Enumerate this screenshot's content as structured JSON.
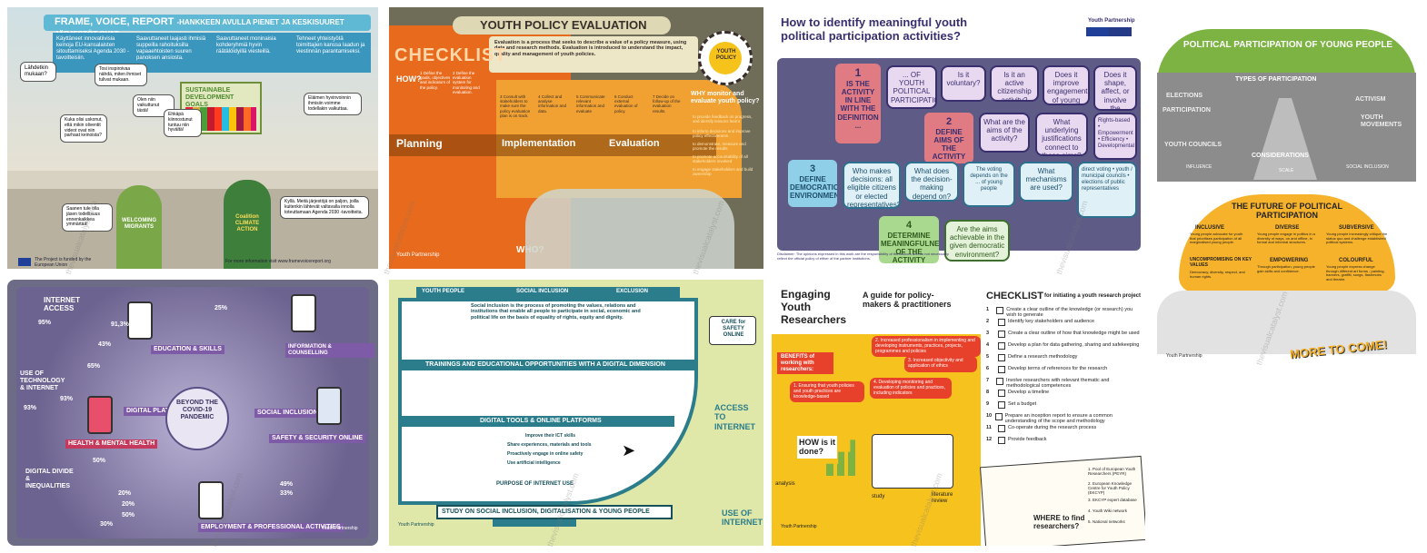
{
  "watermark": "thevisualcatalyst.com",
  "tile1": {
    "title": "FRAME, VOICE, REPORT",
    "title_rest": "-HANKKEEN AVULLA PIENET JA KESKISUURET JÄRJESTÖT OVAT:",
    "bullets": [
      "Käyttäneet innovatiivisia keinoja EU-kansalaisten sitouttamiseksi Agenda 2030 -tavoitteisiin.",
      "Saavuttaneet laajasti ihmisiä suppeilla rahoituksilla vapaaehtoisten suuren panoksen ansiosta.",
      "Saavuttaneet moninaisia kohderyhmiä hyvin räätälöidyillä viesteillä.",
      "Tehneet yhteistyötä toimittajien kanssa laadun ja viestinnän parantamiseksi."
    ],
    "bubbles": [
      "Lähdetkin mukaan?",
      "Tosi inspiroivaa nähdä, miten ihmiset tulivat mukaan.",
      "Kuka olisi uskonut, että mikin oliventit videot ovat niin parhaat keinoista?",
      "Olen niin vaikuttunut tästä!",
      "Ehkäpä kiinnostunut tuntuu niin hyvältä!",
      "Eläimen hyvinvoinnin ihmisiin voimme todellakin vaikuttaa.",
      "Saanen tule olla jäsen todellisuus ennenkaikkea ymmärtää!",
      "Kyllä. Meitä järjestöjä on paljon, joilla kuitenkin lähtevät valtavalla innolla toteuttamaan Agenda 2030 -tavoitteita."
    ],
    "signs": [
      "WELCOMING MIGRANTS",
      "SUSTAINABLE DEVELOPMENT GOALS",
      "Coalition CLIMATE ACTION"
    ],
    "eu_caption": "The Project is funded by the European Union",
    "footer": "For more information visit www.framevoicereport.org"
  },
  "tile2": {
    "title": "YOUTH POLICY EVALUATION",
    "intro": "Evaluation is a process that seeks to describe a value of a policy measure, using data and research methods. Evaluation is introduced to understand the impact, quality and management of youth policies.",
    "checklist": "CHECKLIST",
    "how": "HOW?",
    "who": "WHO?",
    "phases": [
      "Planning",
      "Implementation",
      "Evaluation"
    ],
    "badge": "YOUTH POLICY",
    "why_title": "WHY monitor and evaluate youth policy?",
    "why_items": [
      "to provide feedback on progress, and identify lessons learnt",
      "to inform decisions and improve policy effectiveness",
      "to demonstrate, measure and promote the results",
      "to promote accountability of all stakeholders involved",
      "to engage stakeholders and build ownership"
    ],
    "steps": [
      "1 Define the goals, objectives and indicators of the policy.",
      "2 Define the evaluation system for monitoring and evaluation.",
      "3 Consult with stakeholders to make sure the policy evaluation plan is on track.",
      "4 Collect and analyse information and data.",
      "5 Communicate relevant information and evaluate",
      "6 Conduct external evaluation of policy.",
      "7 Decide on follow-up of the evaluation results."
    ],
    "footer": "Youth Partnership"
  },
  "tile3": {
    "title": "How to identify meaningful youth political participation activities?",
    "brand": "Youth Partnership",
    "steps": [
      {
        "n": "1",
        "label": "IS THE ACTIVITY IN LINE WITH THE DEFINITION ...",
        "color": "#e07a83"
      },
      {
        "n": "2",
        "label": "DEFINE AIMS OF THE ACTIVITY",
        "color": "#e07a83"
      },
      {
        "n": "3",
        "label": "DEFINE DEMOCRATIC ENVIRONMENTS",
        "color": "#8fd0e8"
      },
      {
        "n": "4",
        "label": "DETERMINE MEANINGFULNESS OF THE ACTIVITY",
        "color": "#a9d98e"
      }
    ],
    "seats_top": [
      "... OF YOUTH POLITICAL PARTICIPATION?",
      "Is it voluntary?",
      "Is it an active citizenship activity?",
      "Does it improve engagement of young people?",
      "Does it shape, affect, or involve the political sphere?"
    ],
    "seats_mid": [
      "What are the aims of the activity?",
      "What underlying justifications connect to these aims?",
      "Rights-based • Empowerment • Efficiency • Developmental"
    ],
    "seats_low": [
      "Who makes decisions: all eligible citizens or elected representatives?",
      "What does the decision-making depend on?",
      "The voting depends on the ... of young people",
      "What mechanisms are used?",
      "direct voting • youth / municipal councils • elections of public representatives"
    ],
    "seats_bottom": [
      "Are the aims achievable in the given democratic environment?"
    ],
    "footnote": "Disclaimer: The opinions expressed in this work are the responsibility of the authors and do not necessarily reflect the official policy of either of the partner institutions."
  },
  "tile4": {
    "title": "POLITICAL PARTICIPATION OF YOUNG PEOPLE",
    "types": "TYPES OF PARTICIPATION",
    "considerations": "CONSIDERATIONS",
    "consider_items": [
      "INFLUENCE",
      "SCALE",
      "SOCIAL INCLUSION"
    ],
    "side_labels": [
      "ACTIVISM",
      "YOUTH MOVEMENTS",
      "ELECTIONS",
      "PARTICIPATION",
      "YOUTH COUNCILS"
    ],
    "future_title": "THE FUTURE OF POLITICAL PARTICIPATION",
    "cards": [
      {
        "title": "INCLUSIVE",
        "text": "Young people advocate for youth that prioritises participation of all marginalised young people."
      },
      {
        "title": "DIVERSE",
        "text": "Young people engage in politics in a diversity of ways, on and offline, in formal and informal structures."
      },
      {
        "title": "SUBVERSIVE",
        "text": "Young people increasingly critique the status quo and challenge established political systems."
      },
      {
        "title": "UNCOMPROMISING ON KEY VALUES",
        "text": "Democracy, diversity, respect, and human rights."
      },
      {
        "title": "EMPOWERING",
        "text": "Through participation, young people gain skills and confidence."
      },
      {
        "title": "COLOURFUL",
        "text": "Young people express change through different art forms - painting, banners, graffiti, songs, flashmobs and theatre."
      }
    ],
    "banner": "MORE TO COME!",
    "brand": "Youth Partnership"
  },
  "tile5": {
    "labels": [
      "INTERNET ACCESS",
      "EDUCATION & SKILLS",
      "INFORMATION & COUNSELLING",
      "DIGITAL PLATFORMS",
      "SOCIAL INCLUSION",
      "HEALTH & MENTAL HEALTH",
      "SAFETY & SECURITY ONLINE",
      "DIGITAL DIVIDE & INEQUALITIES",
      "USE OF TECHNOLOGY & INTERNET",
      "EMPLOYMENT & PROFESSIONAL ACTIVITIES"
    ],
    "center": "BEYOND THE COVID-19 PANDEMIC",
    "stats": [
      "95%",
      "91,3%",
      "43%",
      "65%",
      "93%",
      "93%",
      "50%",
      "20%",
      "25%",
      "49%",
      "33%",
      "20%",
      "50%",
      "30%"
    ],
    "brand": "Youth Partnership"
  },
  "tile6": {
    "tabs": [
      "YOUTH PEOPLE",
      "SOCIAL INCLUSION",
      "EXCLUSION"
    ],
    "intro": "Social inclusion is the process of promoting the values, relations and institutions that enable all people to participate in social, economic and political life on the basis of equality of rights, equity and dignity.",
    "band1": "TRAININGS AND EDUCATIONAL OPPORTUNITIES WITH A DIGITAL DIMENSION",
    "band2": "DIGITAL TOOLS & ONLINE PLATFORMS",
    "care": "CARE for SAFETY ONLINE",
    "access": "ACCESS TO INTERNET",
    "use": "USE OF INTERNET",
    "purpose": "PURPOSE OF INTERNET USE",
    "tools": [
      "Improve their ICT skills",
      "Share experiences, materials and tools",
      "Proactively engage in online safety",
      "Use artificial intelligence"
    ],
    "footer": "STUDY ON SOCIAL INCLUSION, DIGITALISATION & YOUNG PEOPLE",
    "brand": "Youth Partnership"
  },
  "tile7": {
    "title": "Engaging Youth Researchers",
    "subtitle": "A guide for policy-makers & practitioners",
    "benefits": "BENEFITS of working with researchers:",
    "benefit_items": [
      "1. Ensuring that youth policies and youth practices are knowledge-based",
      "2. Increased professionalism in implementing and developing instruments, practices, projects, programmes and policies",
      "3. Increased objectivity and application of ethics",
      "4. Developing monitoring and evaluation of policies and practices, including indicators"
    ],
    "how": "HOW is it done?",
    "where": "WHERE to find researchers?",
    "checklist_title": "CHECKLIST",
    "checklist_sub": "for initiating a youth research project",
    "checklist": [
      "Create a clear outline of the knowledge (or research) you wish to generate",
      "Identify key stakeholders and audience",
      "Create a clear outline of how that knowledge might be used",
      "Develop a plan for data gathering, sharing and safekeeping",
      "Define a research methodology",
      "Develop terms of references for the research",
      "Involve researchers with relevant thematic and methodological competences",
      "Develop a timeline",
      "Set a budget",
      "Prepare an inception report to ensure a common understanding of the scope and methodology",
      "Co-operate during the research process",
      "Provide feedback"
    ],
    "book_items": [
      "1. Pool of European Youth Researchers (PEYR)",
      "2. European Knowledge Centre for Youth Policy (EKCYP)",
      "3. EKCYP expert database",
      "4. Youth Wiki network",
      "5. National networks"
    ],
    "labels": [
      "analysis",
      "literature review",
      "study"
    ],
    "brand": "Youth Partnership"
  }
}
